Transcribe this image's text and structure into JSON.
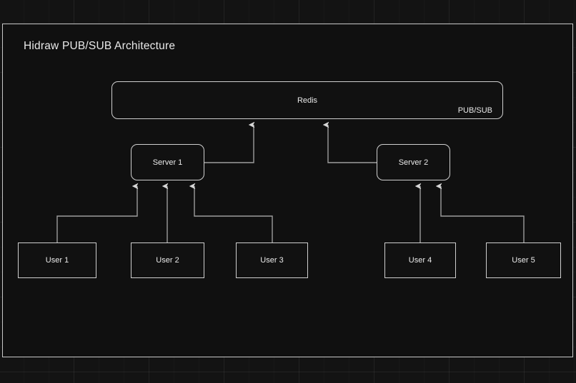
{
  "diagram": {
    "title": "Hidraw PUB/SUB Architecture",
    "background_color": "#131313",
    "frame_color": "#c9c9c9",
    "node_stroke_color": "#cfcfcf",
    "text_color": "#eaeaea",
    "grid": "on",
    "nodes": {
      "redis": {
        "label": "Redis",
        "badge": "PUB/SUB",
        "shape": "rounded-rectangle"
      },
      "servers": [
        {
          "label": "Server 1",
          "shape": "rounded-rectangle"
        },
        {
          "label": "Server 2",
          "shape": "rounded-rectangle"
        }
      ],
      "users": [
        {
          "label": "User 1",
          "shape": "rectangle"
        },
        {
          "label": "User 2",
          "shape": "rectangle"
        },
        {
          "label": "User 3",
          "shape": "rectangle"
        },
        {
          "label": "User 4",
          "shape": "rectangle"
        },
        {
          "label": "User 5",
          "shape": "rectangle"
        }
      ]
    },
    "connections": [
      {
        "from": "Server 1",
        "to": "Redis",
        "style": "elbow-arrow"
      },
      {
        "from": "Server 2",
        "to": "Redis",
        "style": "elbow-arrow"
      },
      {
        "from": "User 1",
        "to": "Server 1",
        "style": "elbow-arrow"
      },
      {
        "from": "User 2",
        "to": "Server 1",
        "style": "straight-arrow"
      },
      {
        "from": "User 3",
        "to": "Server 1",
        "style": "elbow-arrow"
      },
      {
        "from": "User 4",
        "to": "Server 2",
        "style": "straight-arrow"
      },
      {
        "from": "User 5",
        "to": "Server 2",
        "style": "elbow-arrow"
      }
    ]
  }
}
